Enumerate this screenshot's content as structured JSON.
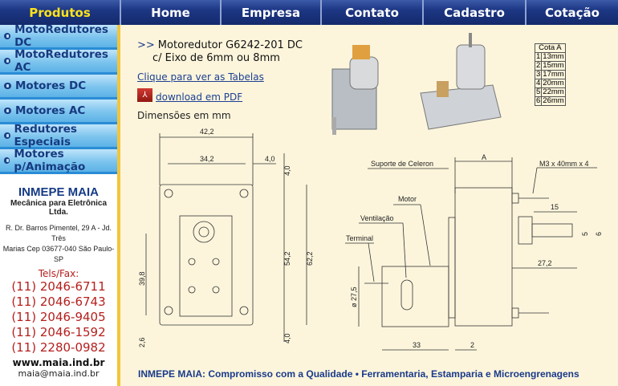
{
  "nav": [
    "Produtos",
    "Home",
    "Empresa",
    "Contato",
    "Cadastro",
    "Cotação"
  ],
  "sidebar": [
    "MotoRedutores DC",
    "MotoRedutores AC",
    "Motores DC",
    "Motores AC",
    "Redutores Especiais",
    "Motores p/Animação"
  ],
  "company": {
    "name": "INMEPE MAIA",
    "subtitle": "Mecânica para Eletrônica Ltda.",
    "address1": "R. Dr. Barros Pimentel, 29 A - Jd. Três",
    "address2": "Marias  Cep 03677-040  São Paulo-SP",
    "tels_label": "Tels/Fax:",
    "phones": [
      "(11) 2046-6711",
      "(11) 2046-6743",
      "(11) 2046-9405",
      "(11) 2046-1592",
      "(11) 2280-0982"
    ],
    "website": "www.maia.ind.br",
    "email": "maia@maia.ind.br"
  },
  "main": {
    "arrow": ">>",
    "title1": "Motoredutor G6242-201 DC",
    "title2": "c/ Eixo de 6mm ou 8mm",
    "tables_link": "Clique para ver as Tabelas",
    "pdf_link": "download em PDF",
    "dimensions": "Dimensões em mm",
    "footer": "INMEPE MAIA: Compromisso com a Qualidade • Ferramentaria, Estamparia e Microengrenagens"
  },
  "cota": {
    "header": "Cota A",
    "rows": [
      [
        "1",
        "13mm"
      ],
      [
        "2",
        "15mm"
      ],
      [
        "3",
        "17mm"
      ],
      [
        "4",
        "20mm"
      ],
      [
        "5",
        "22mm"
      ],
      [
        "6",
        "26mm"
      ]
    ]
  },
  "drawing": {
    "front": {
      "d1": "42,2",
      "d2": "34,2",
      "d3": "4,0",
      "d4": "4,0",
      "d5": "54,2",
      "d6": "62,2",
      "d7": "39,8",
      "d8": "4,0",
      "d9": "2,6"
    },
    "side": {
      "a": "A",
      "screw": "M3 x 40mm x 4",
      "celeron": "Suporte de Celeron",
      "motor": "Motor",
      "vent": "Ventilação",
      "terminal": "Terminal",
      "d15": "15",
      "d5": "5",
      "d6": "6",
      "d272": "27,2",
      "d275": "ø 27,5",
      "d33": "33",
      "d2": "2"
    }
  }
}
